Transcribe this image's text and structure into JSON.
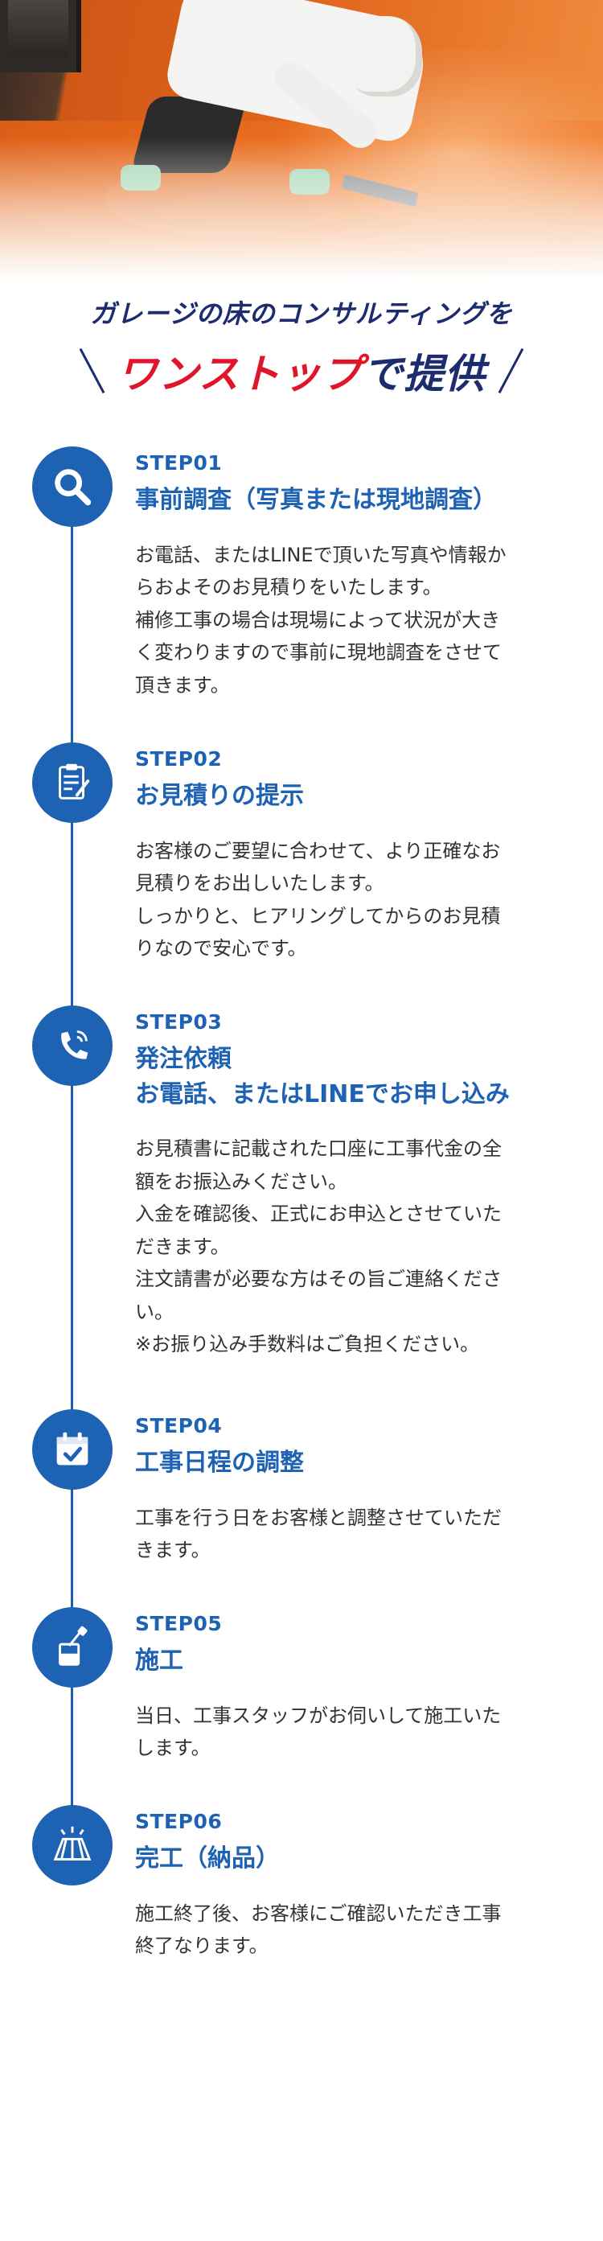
{
  "hero": {
    "image_desc_icon": "worker-applying-floor-coating-photo"
  },
  "heading": {
    "subtitle": "ガレージの床のコンサルティングを",
    "title_red": "ワンストップ",
    "title_navy": "で提供"
  },
  "colors": {
    "primary_blue": "#1d62b3",
    "navy": "#1c2c6e",
    "red": "#e0142a"
  },
  "steps": [
    {
      "num": "STEP01",
      "icon": "search-icon",
      "title": [
        "事前調査（写真または現地調査）"
      ],
      "desc": [
        "お電話、またはLINEで頂いた写真や情報か",
        "らおよそのお見積りをいたします。",
        "補修工事の場合は現場によって状況が大き",
        "く変わりますので事前に現地調査をさせて",
        "頂きます。"
      ]
    },
    {
      "num": "STEP02",
      "icon": "estimate-clipboard-icon",
      "title": [
        "お見積りの提示"
      ],
      "desc": [
        "お客様のご要望に合わせて、より正確なお",
        "見積りをお出しいたします。",
        "しっかりと、ヒアリングしてからのお見積",
        "りなので安心です。"
      ]
    },
    {
      "num": "STEP03",
      "icon": "phone-icon",
      "title": [
        "発注依頼",
        "お電話、またはLINEでお申し込み"
      ],
      "desc": [
        "お見積書に記載された口座に工事代金の全",
        "額をお振込みください。",
        "入金を確認後、正式にお申込とさせていた",
        "だきます。",
        "注文請書が必要な方はその旨ご連絡くださ",
        "い。",
        "※お振り込み手数料はご負担ください。"
      ]
    },
    {
      "num": "STEP04",
      "icon": "calendar-check-icon",
      "title": [
        "工事日程の調整"
      ],
      "desc": [
        "工事を行う日をお客様と調整させていただ",
        "きます。"
      ]
    },
    {
      "num": "STEP05",
      "icon": "paint-bucket-icon",
      "title": [
        "施工"
      ],
      "desc": [
        "当日、工事スタッフがお伺いして施工いた",
        "します。"
      ]
    },
    {
      "num": "STEP06",
      "icon": "finished-floor-icon",
      "title": [
        "完工（納品）"
      ],
      "desc": [
        "施工終了後、お客様にご確認いただき工事",
        "終了なります。"
      ]
    }
  ]
}
